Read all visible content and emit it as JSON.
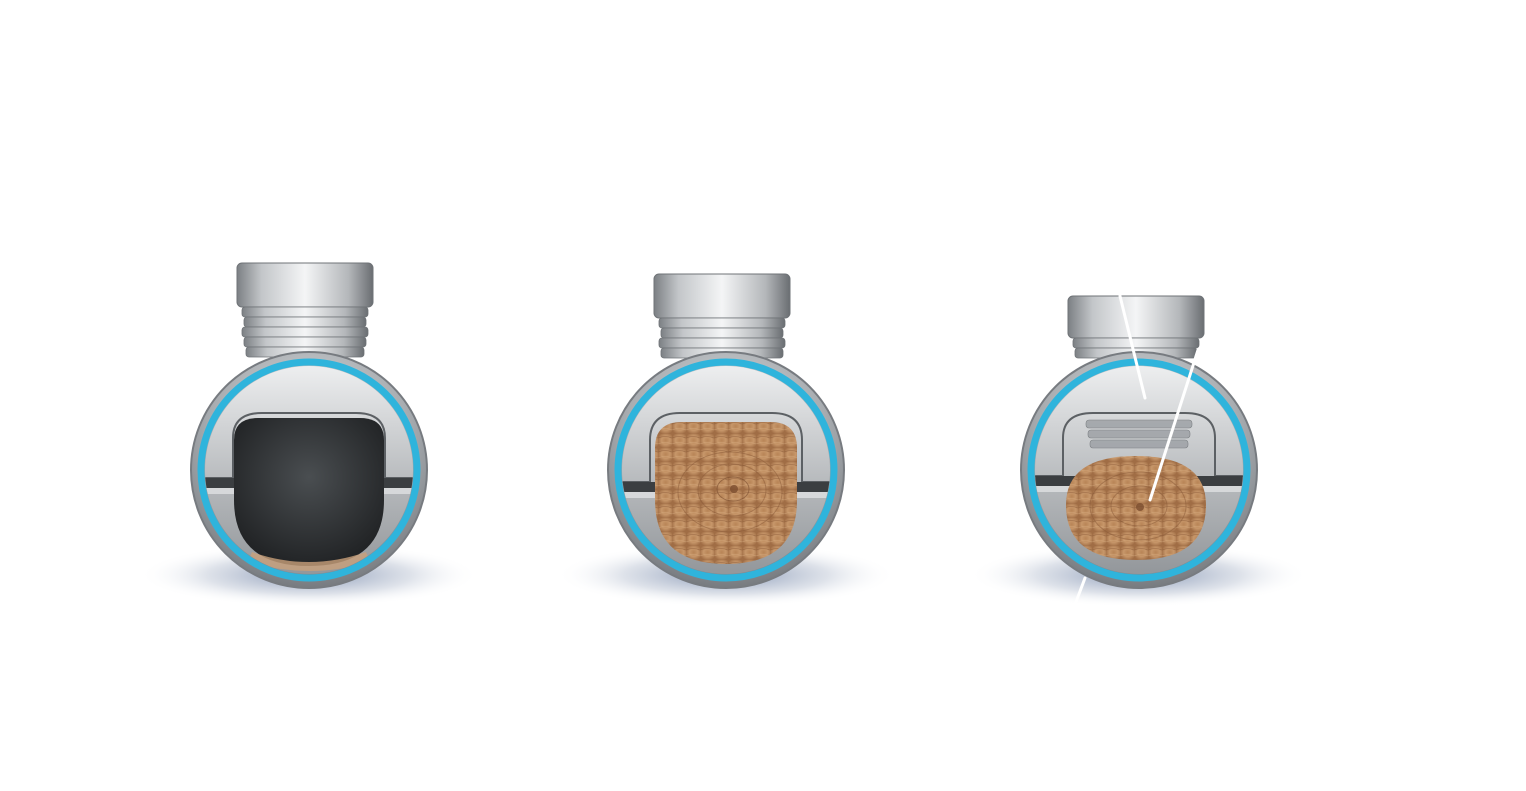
{
  "diagram": {
    "stages": [
      {
        "id": "empty",
        "contents": "empty-bore",
        "insert": "none"
      },
      {
        "id": "filled",
        "contents": "wood-plug",
        "insert": "none"
      },
      {
        "id": "drilled",
        "contents": "wood-plug",
        "insert": "cutting-tool"
      }
    ]
  },
  "colors": {
    "background": "#ffffff",
    "ring_accent": "#2fb4dc",
    "steel_light": "#f2f3f4",
    "steel_mid": "#b9bcbf",
    "steel_dark": "#6f7377",
    "bore_dark": "#2c2f31",
    "wood_light": "#c99a6c",
    "wood_dark": "#8a5a37",
    "shadow": "#23427a",
    "guide_line": "#ffffff"
  },
  "icons": [
    "threaded-fitting-icon",
    "wood-plug-icon",
    "cutting-tool-icon"
  ]
}
